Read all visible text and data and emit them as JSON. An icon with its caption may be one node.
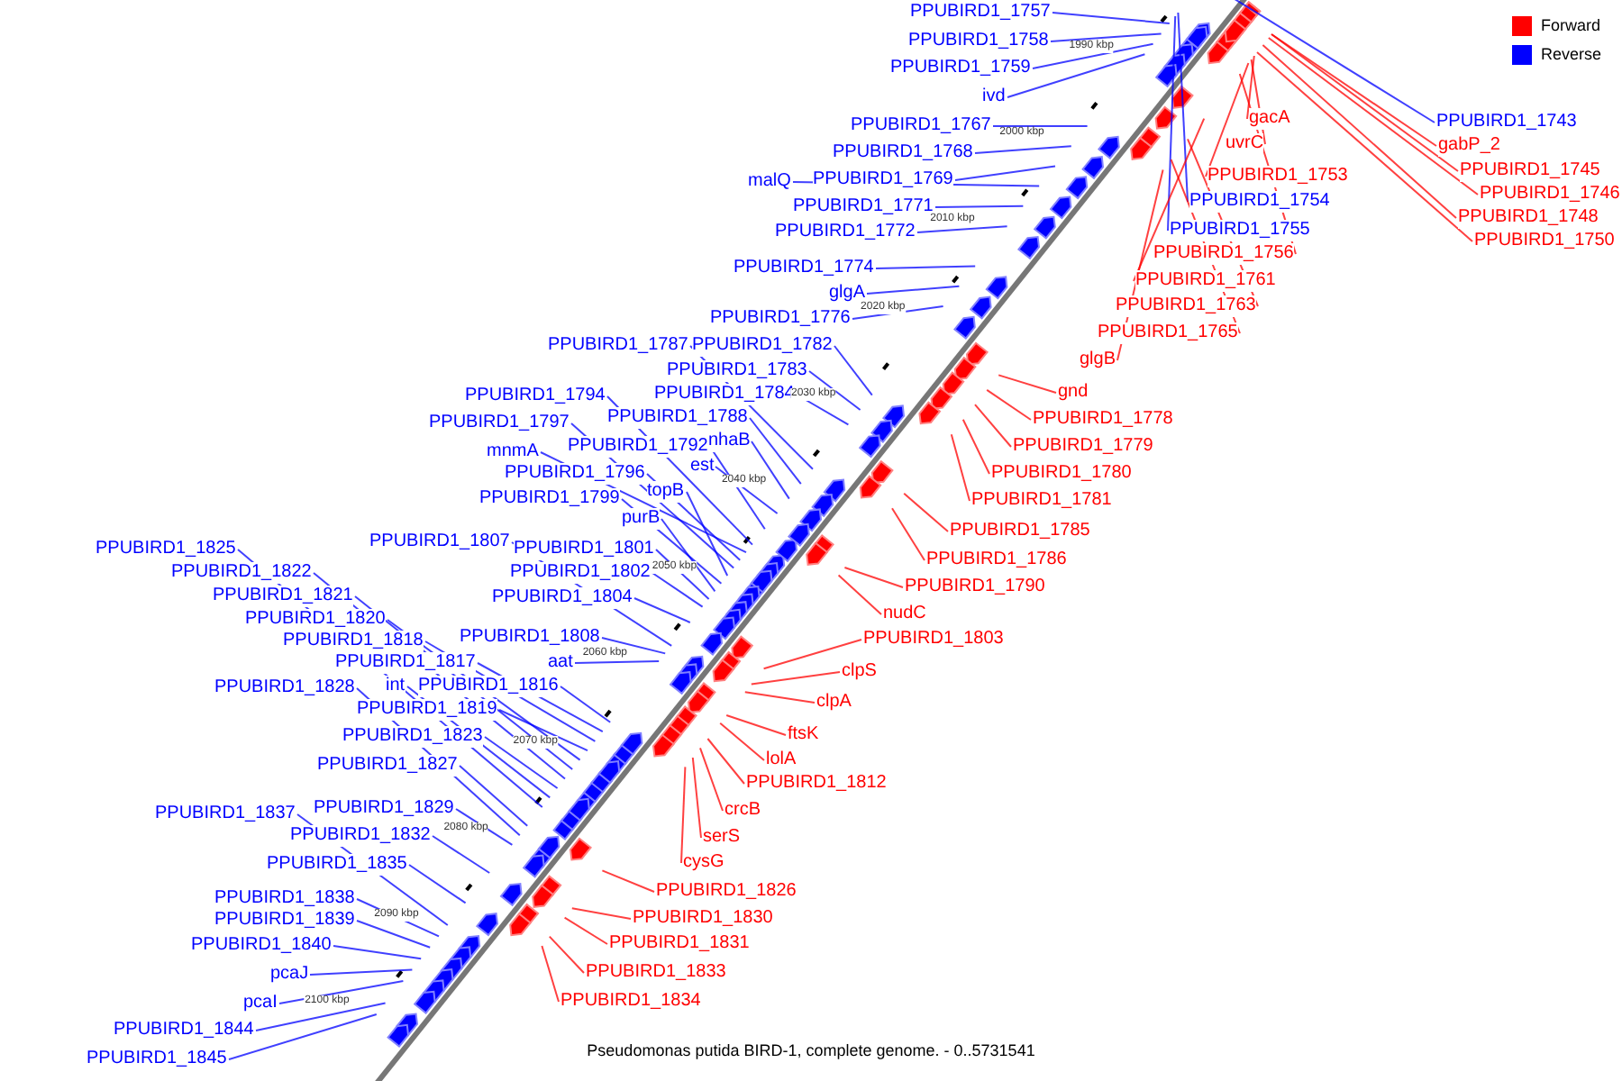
{
  "diagram": {
    "caption": "Pseudomonas putida BIRD-1, complete genome. - 0..5731541",
    "nodes": [
      {
        "text": [
          "PPUBIRD1_1757"
        ]
      },
      {
        "text": [
          "PPUBIRD1_1758"
        ]
      },
      {
        "text": [
          "PPUBIRD1_1759"
        ]
      },
      {
        "text": [
          "ivd"
        ]
      },
      {
        "text": [
          "PPUBIRD1_1767"
        ]
      },
      {
        "text": [
          "PPUBIRD1_1768"
        ]
      },
      {
        "text": [
          "malQ"
        ]
      },
      {
        "text": [
          "PPUBIRD1_1769"
        ]
      },
      {
        "text": [
          "PPUBIRD1_1771"
        ]
      },
      {
        "text": [
          "PPUBIRD1_1772"
        ]
      },
      {
        "text": [
          "PPUBIRD1_1774"
        ]
      },
      {
        "text": [
          "glgA"
        ]
      },
      {
        "text": [
          "PPUBIRD1_1776"
        ]
      },
      {
        "text": [
          "PPUBIRD1_1787"
        ]
      },
      {
        "text": [
          "PPUBIRD1_1782"
        ]
      },
      {
        "text": [
          "PPUBIRD1_1783"
        ]
      },
      {
        "text": [
          "PPUBIRD1_1784"
        ]
      },
      {
        "text": [
          "PPUBIRD1_1794"
        ]
      },
      {
        "text": [
          "PPUBIRD1_1788"
        ]
      },
      {
        "text": [
          "PPUBIRD1_1797"
        ]
      },
      {
        "text": [
          "nhaB"
        ]
      },
      {
        "text": [
          "PPUBIRD1_1792"
        ]
      },
      {
        "text": [
          "mnmA"
        ]
      },
      {
        "text": [
          "est"
        ]
      },
      {
        "text": [
          "PPUBIRD1_1796"
        ]
      },
      {
        "text": [
          "topB"
        ]
      },
      {
        "text": [
          "PPUBIRD1_1799"
        ]
      },
      {
        "text": [
          "purB"
        ]
      },
      {
        "text": [
          "PPUBIRD1_1807"
        ]
      },
      {
        "text": [
          "PPUBIRD1_1801"
        ]
      },
      {
        "text": [
          "PPUBIRD1_1825"
        ]
      },
      {
        "text": [
          "PPUBIRD1_1802"
        ]
      },
      {
        "text": [
          "PPUBIRD1_1822"
        ]
      },
      {
        "text": [
          "PPUBIRD1_1821"
        ]
      },
      {
        "text": [
          "PPUBIRD1_1804"
        ]
      },
      {
        "text": [
          "PPUBIRD1_1820"
        ]
      },
      {
        "text": [
          "PPUBIRD1_1808"
        ]
      },
      {
        "text": [
          "PPUBIRD1_1818"
        ]
      },
      {
        "text": [
          "PPUBIRD1_1817"
        ]
      },
      {
        "text": [
          "aat"
        ]
      },
      {
        "text": [
          "int"
        ]
      },
      {
        "text": [
          "PPUBIRD1_1816"
        ]
      },
      {
        "text": [
          "PPUBIRD1_1828"
        ]
      },
      {
        "text": [
          "PPUBIRD1_1819"
        ]
      },
      {
        "text": [
          "PPUBIRD1_1823"
        ]
      },
      {
        "text": [
          "PPUBIRD1_1827"
        ]
      },
      {
        "text": [
          "PPUBIRD1_1829"
        ]
      },
      {
        "text": [
          "PPUBIRD1_1837"
        ]
      },
      {
        "text": [
          "PPUBIRD1_1832"
        ]
      },
      {
        "text": [
          "PPUBIRD1_1835"
        ]
      },
      {
        "text": [
          "PPUBIRD1_1838"
        ]
      },
      {
        "text": [
          "PPUBIRD1_1839"
        ]
      },
      {
        "text": [
          "PPUBIRD1_1840"
        ]
      },
      {
        "text": [
          "pcaJ"
        ]
      },
      {
        "text": [
          "pcaI"
        ]
      },
      {
        "text": [
          "PPUBIRD1_1844"
        ]
      },
      {
        "text": [
          "PPUBIRD1_1845"
        ]
      },
      {
        "text": [
          "gacA"
        ]
      },
      {
        "text": [
          "PPUBIRD1_1743"
        ]
      },
      {
        "text": [
          "uvrC"
        ]
      },
      {
        "text": [
          "gabP_2"
        ]
      },
      {
        "text": [
          "PPUBIRD1_1745"
        ]
      },
      {
        "text": [
          "PPUBIRD1_1753"
        ]
      },
      {
        "text": [
          "PPUBIRD1_1746"
        ]
      },
      {
        "text": [
          "PPUBIRD1_1754"
        ]
      },
      {
        "text": [
          "PPUBIRD1_1748"
        ]
      },
      {
        "text": [
          "PPUBIRD1_1755"
        ]
      },
      {
        "text": [
          "PPUBIRD1_1750"
        ]
      },
      {
        "text": [
          "PPUBIRD1_1756"
        ]
      },
      {
        "text": [
          "PPUBIRD1_1761"
        ]
      },
      {
        "text": [
          "PPUBIRD1_1763"
        ]
      },
      {
        "text": [
          "PPUBIRD1_1765"
        ]
      },
      {
        "text": [
          "glgB"
        ]
      },
      {
        "text": [
          "gnd"
        ]
      },
      {
        "text": [
          "PPUBIRD1_1778"
        ]
      },
      {
        "text": [
          "PPUBIRD1_1779"
        ]
      },
      {
        "text": [
          "PPUBIRD1_1780"
        ]
      },
      {
        "text": [
          "PPUBIRD1_1781"
        ]
      },
      {
        "text": [
          "PPUBIRD1_1785"
        ]
      },
      {
        "text": [
          "PPUBIRD1_1786"
        ]
      },
      {
        "text": [
          "PPUBIRD1_1790"
        ]
      },
      {
        "text": [
          "nudC"
        ]
      },
      {
        "text": [
          "PPUBIRD1_1803"
        ]
      },
      {
        "text": [
          "clpS"
        ]
      },
      {
        "text": [
          "clpA"
        ]
      },
      {
        "text": [
          "ftsK"
        ]
      },
      {
        "text": [
          "lolA"
        ]
      },
      {
        "text": [
          "PPUBIRD1_1812"
        ]
      },
      {
        "text": [
          "crcB"
        ]
      },
      {
        "text": [
          "serS"
        ]
      },
      {
        "text": [
          "cysG"
        ]
      },
      {
        "text": [
          "PPUBIRD1_1826"
        ]
      },
      {
        "text": [
          "PPUBIRD1_1830"
        ]
      },
      {
        "text": [
          "PPUBIRD1_1831"
        ]
      },
      {
        "text": [
          "PPUBIRD1_1833"
        ]
      },
      {
        "text": [
          "PPUBIRD1_1834"
        ]
      }
    ],
    "edges": [
      {
        "from": 0,
        "to": null,
        "arrow": "none"
      },
      {
        "from": 1,
        "to": null,
        "arrow": "none"
      },
      {
        "from": 2,
        "to": null,
        "arrow": "none"
      },
      {
        "from": 3,
        "to": null,
        "arrow": "none"
      },
      {
        "from": 4,
        "to": null,
        "arrow": "none"
      },
      {
        "from": 5,
        "to": null,
        "arrow": "none"
      },
      {
        "from": 6,
        "to": null,
        "arrow": "none"
      },
      {
        "from": 7,
        "to": null,
        "arrow": "none"
      },
      {
        "from": 8,
        "to": null,
        "arrow": "none"
      },
      {
        "from": 9,
        "to": null,
        "arrow": "none"
      },
      {
        "from": 10,
        "to": null,
        "arrow": "none"
      },
      {
        "from": 11,
        "to": null,
        "arrow": "none"
      },
      {
        "from": 12,
        "to": null,
        "arrow": "none"
      },
      {
        "from": 13,
        "to": null,
        "arrow": "none"
      },
      {
        "from": 14,
        "to": null,
        "arrow": "none"
      },
      {
        "from": 15,
        "to": null,
        "arrow": "none"
      },
      {
        "from": 16,
        "to": null,
        "arrow": "none"
      },
      {
        "from": 17,
        "to": null,
        "arrow": "none"
      },
      {
        "from": 18,
        "to": null,
        "arrow": "none"
      },
      {
        "from": 19,
        "to": null,
        "arrow": "none"
      },
      {
        "from": 20,
        "to": null,
        "arrow": "none"
      },
      {
        "from": 21,
        "to": null,
        "arrow": "none"
      },
      {
        "from": 22,
        "to": null,
        "arrow": "none"
      },
      {
        "from": 23,
        "to": null,
        "arrow": "none"
      },
      {
        "from": 24,
        "to": null,
        "arrow": "none"
      },
      {
        "from": 25,
        "to": null,
        "arrow": "none"
      },
      {
        "from": 26,
        "to": null,
        "arrow": "none"
      },
      {
        "from": 27,
        "to": null,
        "arrow": "none"
      },
      {
        "from": 28,
        "to": null,
        "arrow": "none"
      },
      {
        "from": 29,
        "to": null,
        "arrow": "none"
      },
      {
        "from": 30,
        "to": null,
        "arrow": "none"
      },
      {
        "from": 31,
        "to": null,
        "arrow": "none"
      },
      {
        "from": 32,
        "to": null,
        "arrow": "none"
      },
      {
        "from": 33,
        "to": null,
        "arrow": "none"
      },
      {
        "from": 34,
        "to": null,
        "arrow": "none"
      },
      {
        "from": 35,
        "to": null,
        "arrow": "none"
      },
      {
        "from": 36,
        "to": null,
        "arrow": "none"
      },
      {
        "from": 37,
        "to": null,
        "arrow": "none"
      },
      {
        "from": 38,
        "to": null,
        "arrow": "none"
      },
      {
        "from": 39,
        "to": null,
        "arrow": "none"
      },
      {
        "from": 40,
        "to": null,
        "arrow": "none"
      },
      {
        "from": 41,
        "to": null,
        "arrow": "none"
      },
      {
        "from": 42,
        "to": null,
        "arrow": "none"
      },
      {
        "from": 43,
        "to": null,
        "arrow": "none"
      },
      {
        "from": 44,
        "to": null,
        "arrow": "none"
      },
      {
        "from": 45,
        "to": null,
        "arrow": "none"
      },
      {
        "from": 46,
        "to": null,
        "arrow": "none"
      },
      {
        "from": 47,
        "to": null,
        "arrow": "none"
      },
      {
        "from": 48,
        "to": null,
        "arrow": "none"
      },
      {
        "from": 49,
        "to": null,
        "arrow": "none"
      },
      {
        "from": 50,
        "to": null,
        "arrow": "none"
      },
      {
        "from": 51,
        "to": null,
        "arrow": "none"
      },
      {
        "from": 52,
        "to": null,
        "arrow": "none"
      },
      {
        "from": 53,
        "to": null,
        "arrow": "none"
      },
      {
        "from": 54,
        "to": null,
        "arrow": "none"
      },
      {
        "from": 55,
        "to": null,
        "arrow": "none"
      },
      {
        "from": 56,
        "to": null,
        "arrow": "none"
      },
      {
        "from": 57,
        "to": null,
        "arrow": "none",
        "color": "#ff0000"
      },
      {
        "from": 58,
        "to": null,
        "arrow": "none"
      },
      {
        "from": 59,
        "to": null,
        "arrow": "none",
        "color": "#ff0000"
      },
      {
        "from": 60,
        "to": null,
        "arrow": "none",
        "color": "#ff0000"
      },
      {
        "from": 61,
        "to": null,
        "arrow": "none",
        "color": "#ff0000"
      },
      {
        "from": 62,
        "to": null,
        "arrow": "none",
        "color": "#ff0000"
      },
      {
        "from": 63,
        "to": null,
        "arrow": "none",
        "color": "#ff0000"
      },
      {
        "from": 64,
        "to": null,
        "arrow": "none"
      },
      {
        "from": 65,
        "to": null,
        "arrow": "none",
        "color": "#ff0000"
      },
      {
        "from": 66,
        "to": null,
        "arrow": "none"
      },
      {
        "from": 67,
        "to": null,
        "arrow": "none",
        "color": "#ff0000"
      },
      {
        "from": 68,
        "to": null,
        "arrow": "none",
        "color": "#ff0000"
      },
      {
        "from": 69,
        "to": null,
        "arrow": "none",
        "color": "#ff0000"
      },
      {
        "from": 70,
        "to": null,
        "arrow": "none",
        "color": "#ff0000"
      },
      {
        "from": 71,
        "to": null,
        "arrow": "none",
        "color": "#ff0000"
      },
      {
        "from": 72,
        "to": null,
        "arrow": "none",
        "color": "#ff0000"
      },
      {
        "from": 73,
        "to": null,
        "arrow": "none",
        "color": "#ff0000"
      },
      {
        "from": 74,
        "to": null,
        "arrow": "none",
        "color": "#ff0000"
      },
      {
        "from": 75,
        "to": null,
        "arrow": "none",
        "color": "#ff0000"
      },
      {
        "from": 76,
        "to": null,
        "arrow": "none",
        "color": "#ff0000"
      },
      {
        "from": 77,
        "to": null,
        "arrow": "none",
        "color": "#ff0000"
      },
      {
        "from": 78,
        "to": null,
        "arrow": "none",
        "color": "#ff0000"
      },
      {
        "from": 79,
        "to": null,
        "arrow": "none",
        "color": "#ff0000"
      },
      {
        "from": 80,
        "to": null,
        "arrow": "none",
        "color": "#ff0000"
      },
      {
        "from": 81,
        "to": null,
        "arrow": "none",
        "color": "#ff0000"
      },
      {
        "from": 82,
        "to": null,
        "arrow": "none",
        "color": "#ff0000"
      },
      {
        "from": 83,
        "to": null,
        "arrow": "none",
        "color": "#ff0000"
      },
      {
        "from": 84,
        "to": null,
        "arrow": "none",
        "color": "#ff0000"
      },
      {
        "from": 85,
        "to": null,
        "arrow": "none",
        "color": "#ff0000"
      },
      {
        "from": 86,
        "to": null,
        "arrow": "none",
        "color": "#ff0000"
      },
      {
        "from": 87,
        "to": null,
        "arrow": "none",
        "color": "#ff0000"
      },
      {
        "from": 88,
        "to": null,
        "arrow": "none",
        "color": "#ff0000"
      },
      {
        "from": 89,
        "to": null,
        "arrow": "none",
        "color": "#ff0000"
      },
      {
        "from": 90,
        "to": null,
        "arrow": "none",
        "color": "#ff0000"
      },
      {
        "from": 91,
        "to": null,
        "arrow": "none",
        "color": "#ff0000"
      },
      {
        "from": 92,
        "to": null,
        "arrow": "none",
        "color": "#ff0000"
      },
      {
        "from": 93,
        "to": null,
        "arrow": "none",
        "color": "#ff0000"
      },
      {
        "from": 94,
        "to": null,
        "arrow": "none",
        "color": "#ff0000"
      },
      {
        "from": 95,
        "to": null,
        "arrow": "none",
        "color": "#ff0000"
      }
    ],
    "labels": [
      "1990 kbp",
      "2000 kbp",
      "2010 kbp",
      "2020 kbp",
      "2030 kbp",
      "2040 kbp",
      "2050 kbp",
      "2060 kbp",
      "2070 kbp",
      "2080 kbp",
      "2090 kbp",
      "2100 kbp"
    ],
    "legend": [
      {
        "text": "Forward",
        "color": "#ff0000"
      },
      {
        "text": "Reverse",
        "color": "#0000ff"
      }
    ]
  }
}
